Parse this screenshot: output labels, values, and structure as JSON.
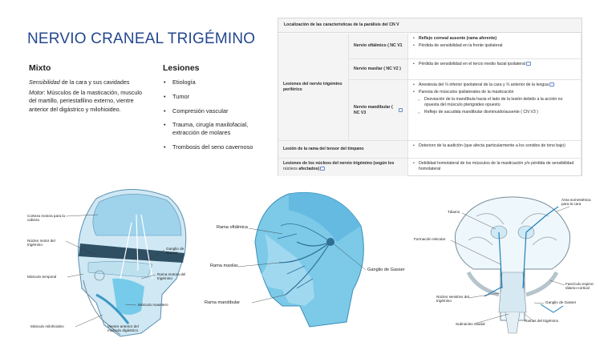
{
  "title": "NERVIO CRANEAL TRIGÉMINO",
  "mixto": {
    "heading": "Mixto",
    "sensibilidad_label": "Sensibilidad",
    "sensibilidad_text": " de la cara y sus cavidades",
    "motor_label": "Motor",
    "motor_text": ": Músculos de la masticación, musculo del martillo, periestafilino externo, vientre anterior del digástrico y milohioideo."
  },
  "lesiones": {
    "heading": "Lesiones",
    "items": [
      "Etiología",
      "Tumor",
      "Compresión vascular",
      "Trauma, cirugía maxilofacial, extracción de molares",
      "Trombosis del seno cavernoso"
    ]
  },
  "table": {
    "header": "Localización de las características de la parálisis del CN V",
    "rows": {
      "perif_label": "Lesiones del nervio trigémino periférico",
      "v1_label": "Nervio oftálmico ( NC V1",
      "v1_items": [
        "Reflejo corneal ausente (rama aferente)",
        "Pérdida de sensibilidad en la frente ipsilateral"
      ],
      "v2_label": "Nervio maxilar ( NC V2 )",
      "v2_items": [
        "Pérdida de sensibilidad en el tercio medio facial ipsilateral"
      ],
      "v3_label": "Nervio mandibular ( NC V3",
      "v3_items": [
        "Anestesia del ⅓ inferior ipsolateral de la cara y ⅔ anterior de la lengua",
        "Paresia de músculos ipsilaterales de la masticación"
      ],
      "v3_subitems": [
        "Desviación de la mandíbula hacia el lado de la lesión debido a la acción no opuesta del músculo pterigoideo opuesto",
        "Reflejo de sacudida mandibular disminuido/ausente ( CN V3 )"
      ],
      "tensor_label": "Lesión de la rama del tensor del tímpano",
      "tensor_items": [
        "Deterioro de la audición (que afecta particularmente a los sonidos de tono bajo)"
      ],
      "nucleos_label_a": "Lesiones de los núcleos del nervio trigémino (según los ",
      "nucleos_label_b": "núcleos",
      "nucleos_label_c": " afectados)",
      "nucleos_items": [
        "Debilidad homolateral de los músculos de la masticación y/o pérdida de sensibilidad homolateral"
      ]
    }
  },
  "fig1": {
    "labels": [
      "Corteza motora para la cabeza",
      "Núcleo motor del trigémino",
      "Músculo temporal",
      "Músculo milohioideo",
      "Ganglio de Gasser",
      "Rama motora del trigémino",
      "Músculo masetero",
      "Vientre anterior del músculo digástrico"
    ]
  },
  "fig2": {
    "labels": [
      "Rama oftálmica",
      "Rama maxilar",
      "Rama mandibular",
      "Ganglio de Gasser"
    ]
  },
  "fig3": {
    "labels": [
      "Tálamo",
      "Área somestésica para la cara",
      "Formación reticular",
      "Fascículo espino-tálamo-cortical",
      "Núcleo sensitivo del trigémino",
      "Ganglio de Gasser",
      "Subnúcleo caudal",
      "Ramas del trigémino"
    ]
  },
  "colors": {
    "title": "#24478f",
    "illustration_blue": "#5ec3e6",
    "illustration_dark": "#2f6f96"
  }
}
